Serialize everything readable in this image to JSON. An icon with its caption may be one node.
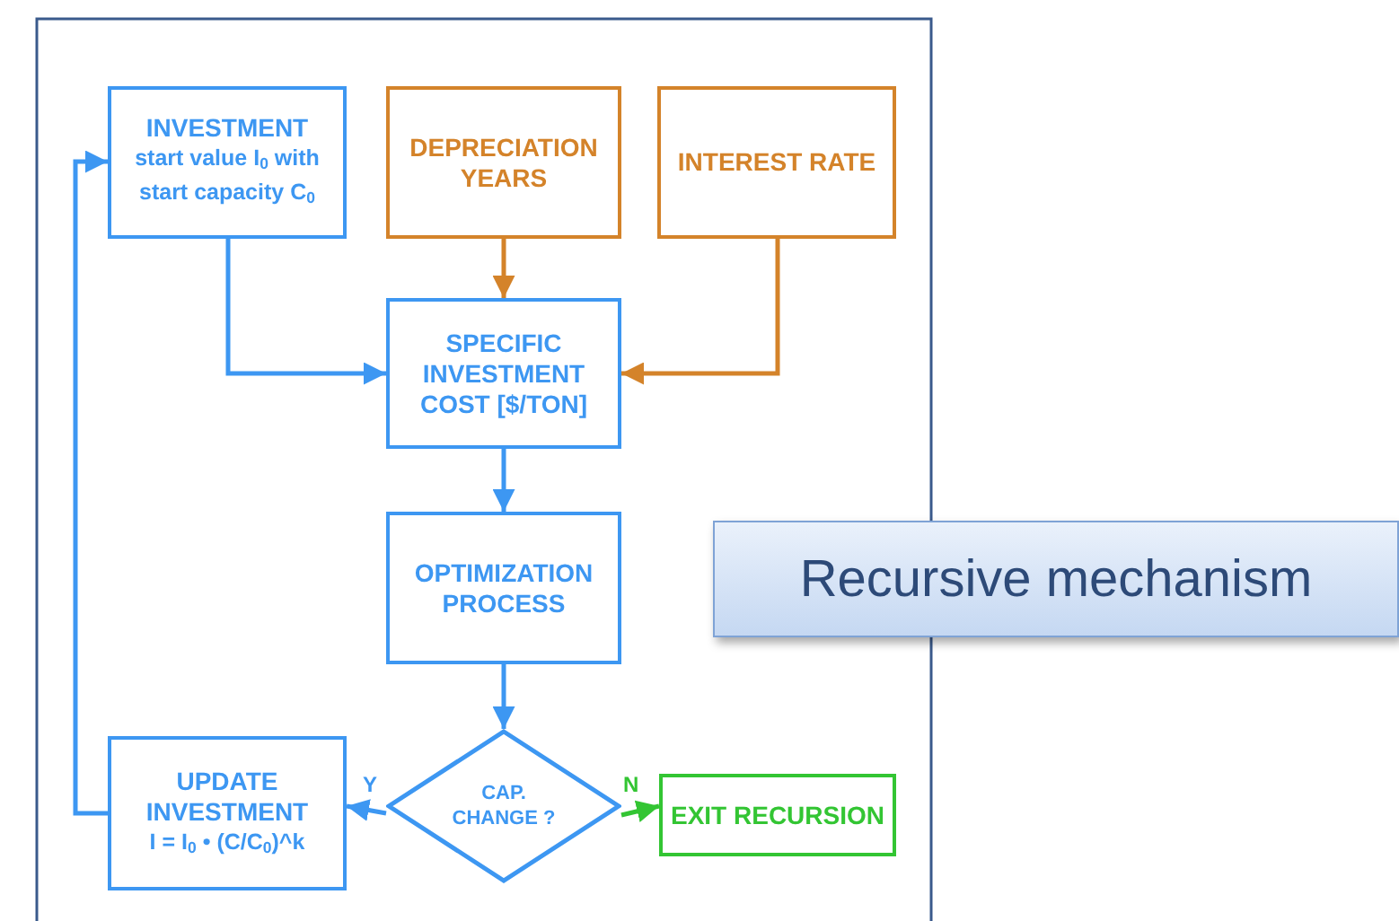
{
  "diagram": {
    "nodes": [
      {
        "text": [
          "INVESTMENT",
          "start value I$_{0}$ with start capacity C$_{0}$"
        ]
      },
      {
        "text": [
          "DEPRECIATION YEARS"
        ]
      },
      {
        "text": [
          "INTEREST RATE"
        ]
      },
      {
        "text": [
          "SPECIFIC INVESTMENT COST [$/TON]"
        ]
      },
      {
        "text": [
          "OPTIMIZATION PROCESS"
        ]
      },
      {
        "text": [
          "CAP. CHANGE ?"
        ]
      },
      {
        "text": [
          "UPDATE INVESTMENT",
          "I = I$_{0}$ • (C/C$_{0}$)^k"
        ]
      },
      {
        "text": [
          "EXIT RECURSION"
        ]
      },
      {
        "text": [
          "Recursive mechanism"
        ]
      }
    ],
    "edges": [
      {
        "from": 0,
        "to": 3,
        "arrow": "to"
      },
      {
        "from": 1,
        "to": 3,
        "arrow": "to",
        "color": "#d4832a"
      },
      {
        "from": 2,
        "to": 3,
        "arrow": "to",
        "color": "#d4832a"
      },
      {
        "from": 3,
        "to": 4,
        "arrow": "to"
      },
      {
        "from": 4,
        "to": 5,
        "arrow": "to"
      },
      {
        "from": 5,
        "to": 6,
        "arrow": "to",
        "label": "Y"
      },
      {
        "from": 5,
        "to": 7,
        "arrow": "to",
        "label": "N",
        "color": "#33c533"
      },
      {
        "from": 6,
        "to": 0,
        "arrow": "to"
      }
    ]
  }
}
